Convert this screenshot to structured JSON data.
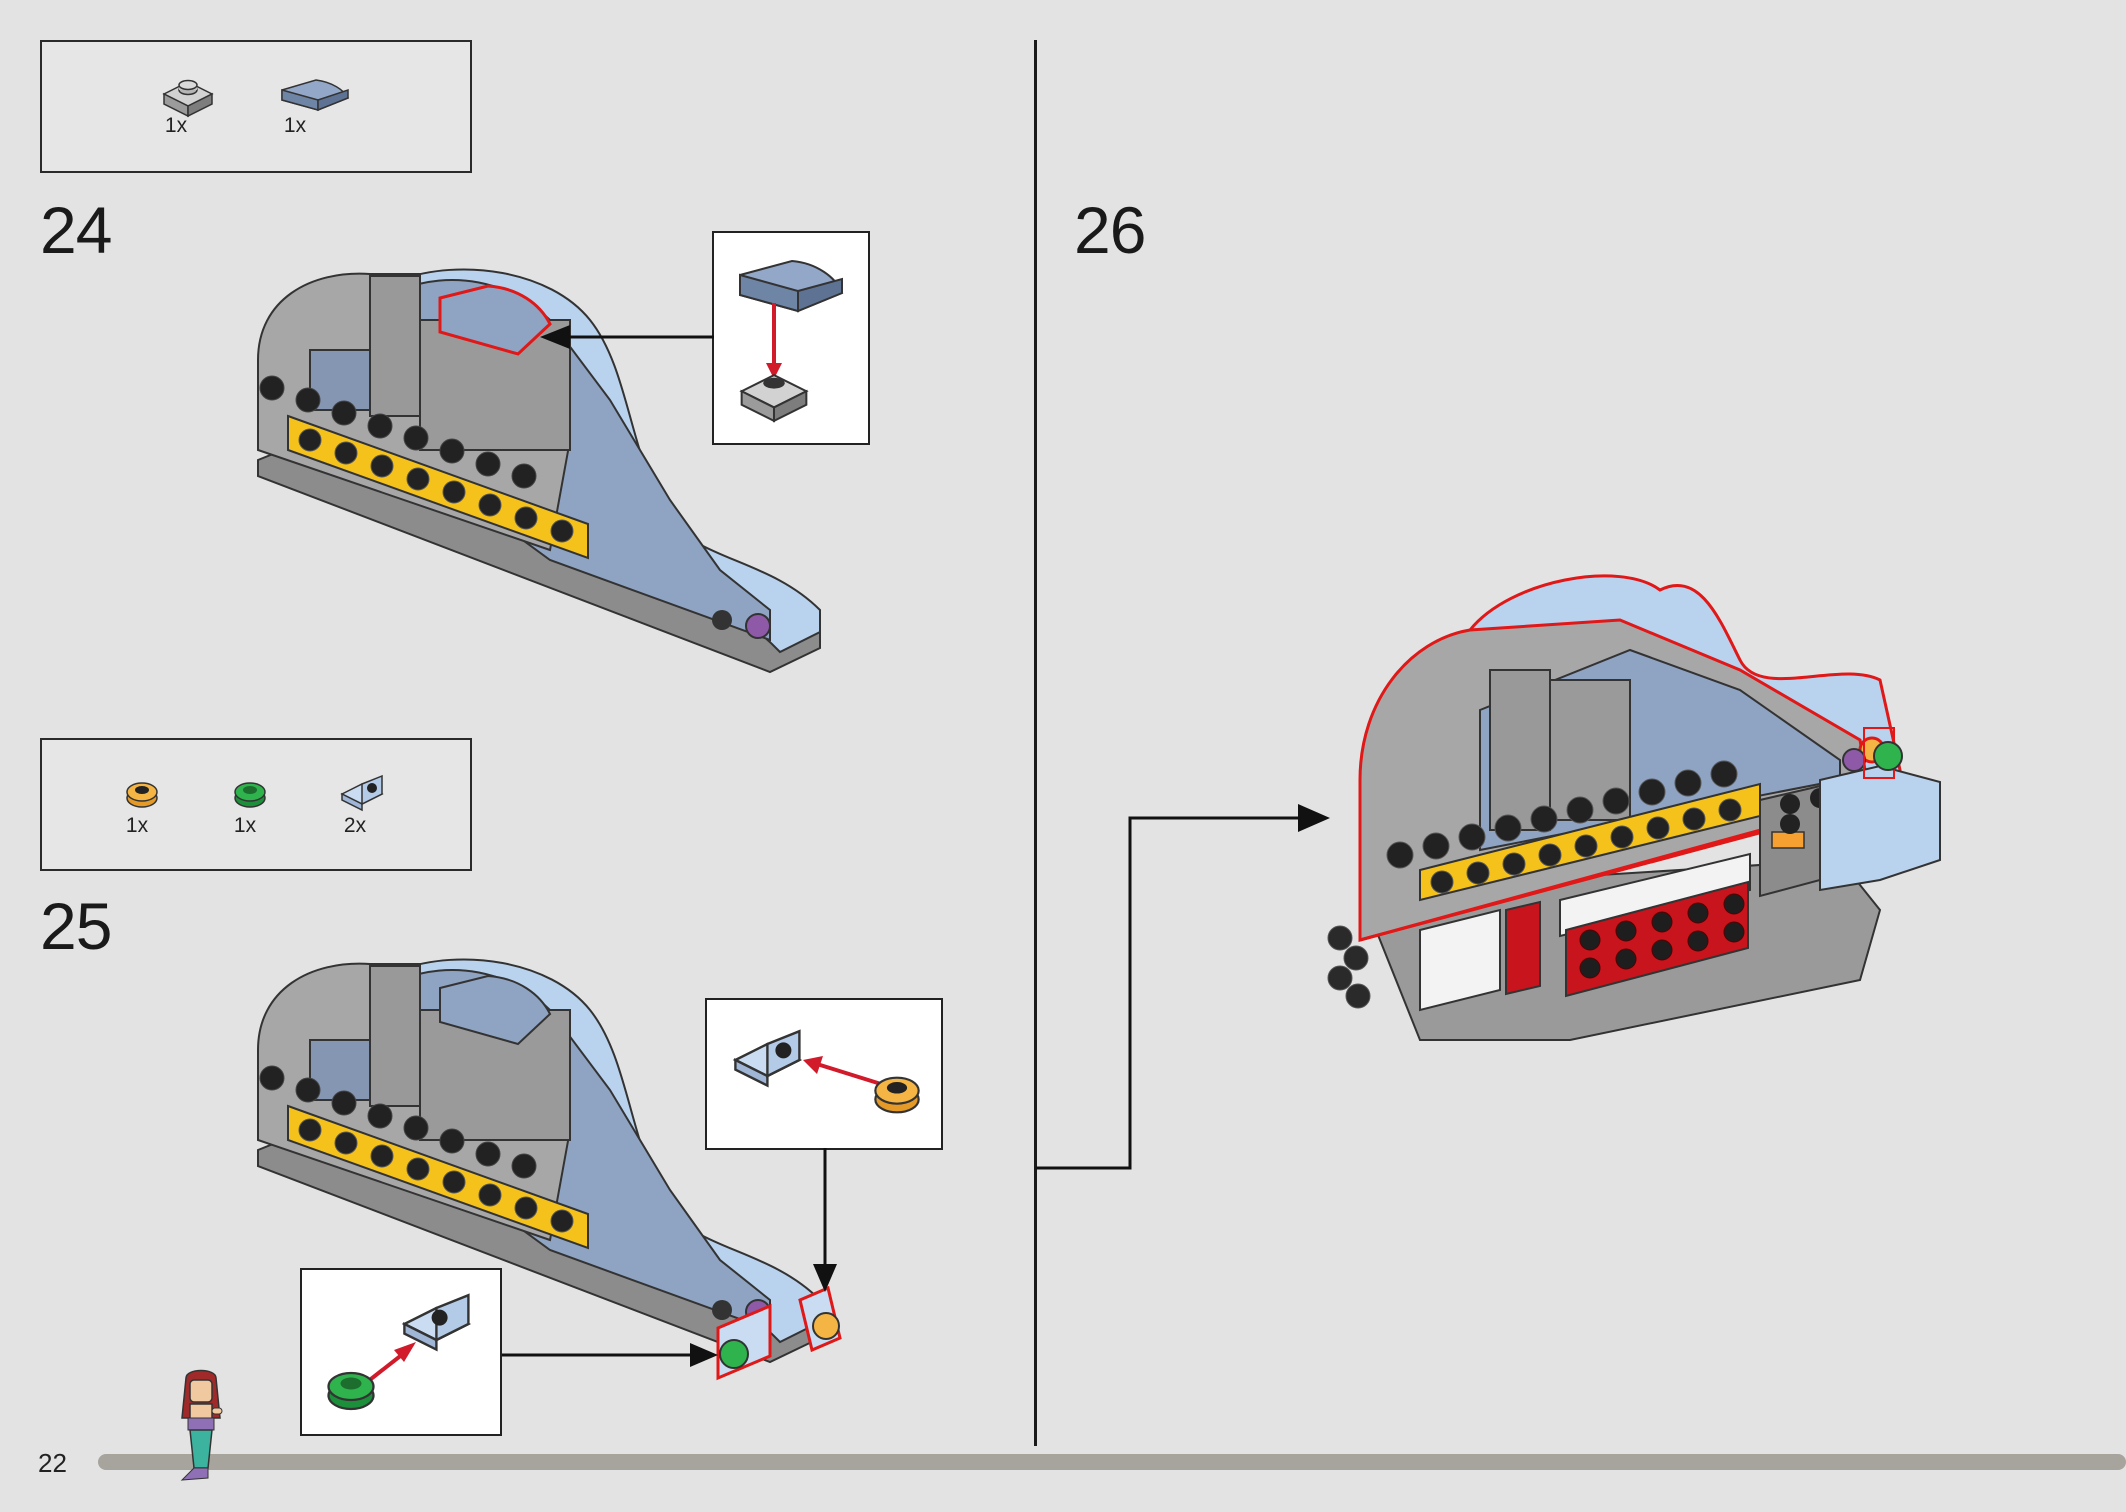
{
  "page": {
    "number": "22",
    "progress_fraction": 0.07
  },
  "steps": [
    {
      "number": "24",
      "parts": [
        {
          "icon": "grey-plate-1x1-icon",
          "qty": "1x"
        },
        {
          "icon": "blue-curved-slope-icon",
          "qty": "1x"
        }
      ]
    },
    {
      "number": "25",
      "parts": [
        {
          "icon": "orange-round-plate-icon",
          "qty": "1x"
        },
        {
          "icon": "green-round-plate-icon",
          "qty": "1x"
        },
        {
          "icon": "light-blue-bracket-icon",
          "qty": "2x"
        }
      ]
    },
    {
      "number": "26",
      "parts": []
    }
  ],
  "colors": {
    "background": "#e3e3e3",
    "grey_brick": "#a0a0a0",
    "blue_brick": "#8fa3c2",
    "light_blue": "#b9d2ee",
    "yellow": "#f4c21b",
    "red_highlight": "#e01818",
    "red_brick": "#c8141c",
    "arrow_red": "#d11a2a"
  }
}
